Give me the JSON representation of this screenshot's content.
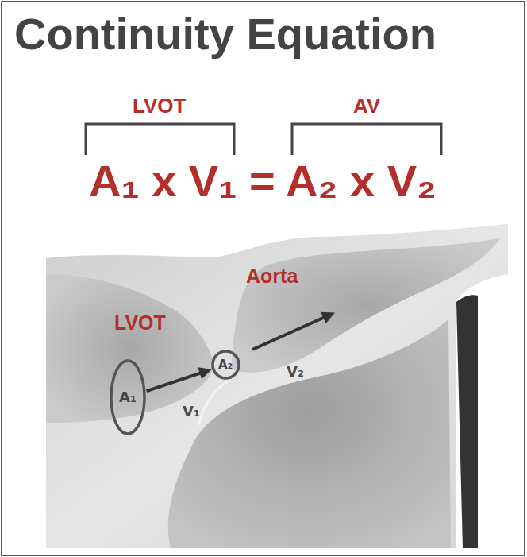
{
  "diagram": {
    "title": "Continuity Equation",
    "nodes": [
      {
        "text": [
          "A₁"
        ]
      },
      {
        "text": [
          "A₂"
        ]
      }
    ],
    "edges": [
      {
        "from": 0,
        "to": 1,
        "arrow": "to"
      }
    ],
    "labels": [
      "LVOT",
      "AV",
      "A₁ x V₁ = A₂ x V₂",
      "Aorta",
      "LVOT",
      "V₁",
      "V₂"
    ]
  }
}
